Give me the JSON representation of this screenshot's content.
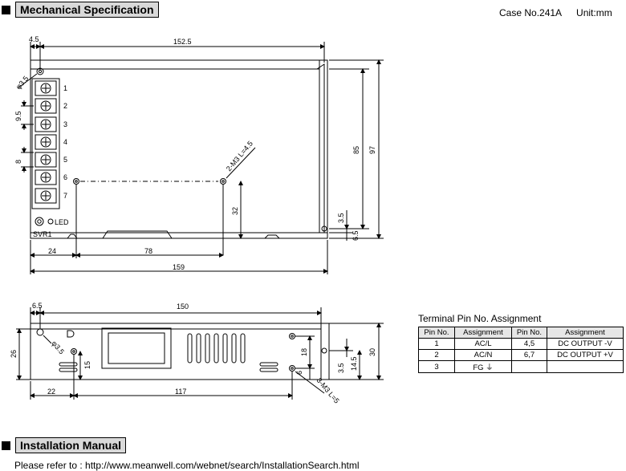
{
  "header": {
    "section_title": "Mechanical Specification",
    "case_no": "Case No.241A",
    "unit": "Unit:mm"
  },
  "top_view": {
    "dim_left_offset": "4.5",
    "dim_width_top": "152.5",
    "dim_hole_dia": "φ3.5",
    "dim_pitch_9_5": "9.5",
    "dim_pitch_8": "8",
    "terminal_numbers": [
      "1",
      "2",
      "3",
      "4",
      "5",
      "6",
      "7"
    ],
    "screw_label": "2-M3 L=4.5",
    "dim_85": "85",
    "dim_97": "97",
    "dim_32": "32",
    "dim_3_5": "3.5",
    "dim_6_5": "6.5",
    "dim_24": "24",
    "dim_78": "78",
    "dim_159": "159",
    "led_label": "LED",
    "svr_label": "SVR1"
  },
  "side_view": {
    "dim_6_5": "6.5",
    "dim_150": "150",
    "dim_26": "26",
    "dim_hole_dia": "φ3.5",
    "dim_15": "15",
    "dim_18": "18",
    "dim_3_5": "3.5",
    "dim_14_5": "14.5",
    "dim_30": "30",
    "dim_6": "6",
    "screw_label": "3-M3 L=5",
    "dim_22": "22",
    "dim_117": "117"
  },
  "pin_table": {
    "title": "Terminal Pin No.  Assignment",
    "headers": [
      "Pin No.",
      "Assignment",
      "Pin No.",
      "Assignment"
    ],
    "rows": [
      [
        "1",
        "AC/L",
        "4,5",
        "DC OUTPUT -V"
      ],
      [
        "2",
        "AC/N",
        "6,7",
        "DC OUTPUT +V"
      ],
      [
        "3",
        "FG ⏚",
        "",
        ""
      ]
    ]
  },
  "installation": {
    "section_title": "Installation Manual",
    "reference": "Please refer to : http://www.meanwell.com/webnet/search/InstallationSearch.html"
  }
}
